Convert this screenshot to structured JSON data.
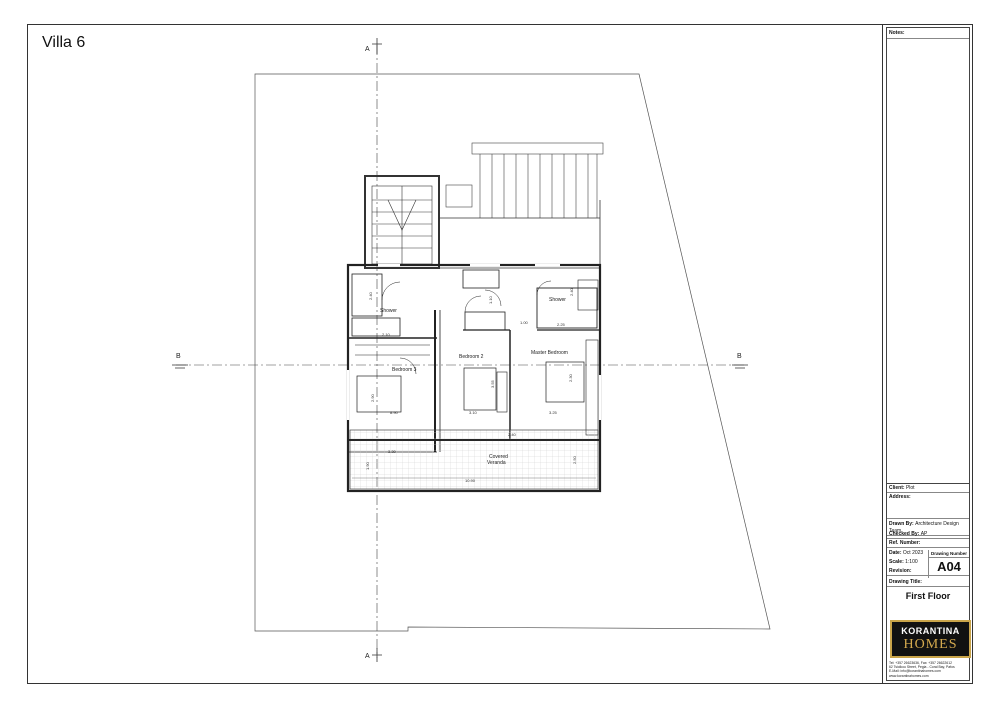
{
  "sheet_title": "Villa 6",
  "section_markers": {
    "a_top": "A",
    "a_bottom": "A",
    "b_left": "B",
    "b_right": "B"
  },
  "rooms": {
    "shower_left": "Shower",
    "shower_right": "Shower",
    "bedroom3": "Bedroom 3",
    "bedroom2": "Bedroom 2",
    "master": "Master Bedroom",
    "veranda_line1": "Covered",
    "veranda_line2": "Veranda"
  },
  "dimensions": {
    "d1": "2.40",
    "d2": "1.10",
    "d3": "2.40",
    "d4": "1.00",
    "d5": "2.25",
    "d6": "2.10",
    "d7": "3.55",
    "d8": "2.30",
    "d9": "2.90",
    "d10": "3.10",
    "d11": "3.25",
    "d12": "8.90",
    "d13": "3.30",
    "d14": "1.90",
    "d15": "2.50",
    "d16": "10.90",
    "d17": "2.40"
  },
  "sidebar": {
    "notes_label": "Notes:",
    "client_label": "Client:",
    "client_value": "Plot",
    "address_label": "Address:",
    "drawn_by_label": "Drawn By:",
    "drawn_by_value": "Architecture Design Team",
    "checked_by_label": "Checked By:",
    "checked_by_value": "AP",
    "ref_label": "Ref. Number:",
    "date_label": "Date:",
    "date_value": "Oct 2023",
    "scale_label": "Scale:",
    "scale_value": "1:100",
    "revision_label": "Revision:",
    "drawing_number_label": "Drawing Number",
    "drawing_number": "A04",
    "drawing_title_label": "Drawing Title:",
    "drawing_title": "First Floor",
    "logo_top": "KORANTINA",
    "logo_bottom": "HOMES",
    "contact_line1": "Tel: +357 26623636, Fax: +357 26622612",
    "contact_line2": "62 Tsiolkou Street, Pegia - Coral Bay, Pafos",
    "contact_line3": "E-Mail: info@korantinahomes.com",
    "contact_line4": "www.korantinahomes.com"
  }
}
